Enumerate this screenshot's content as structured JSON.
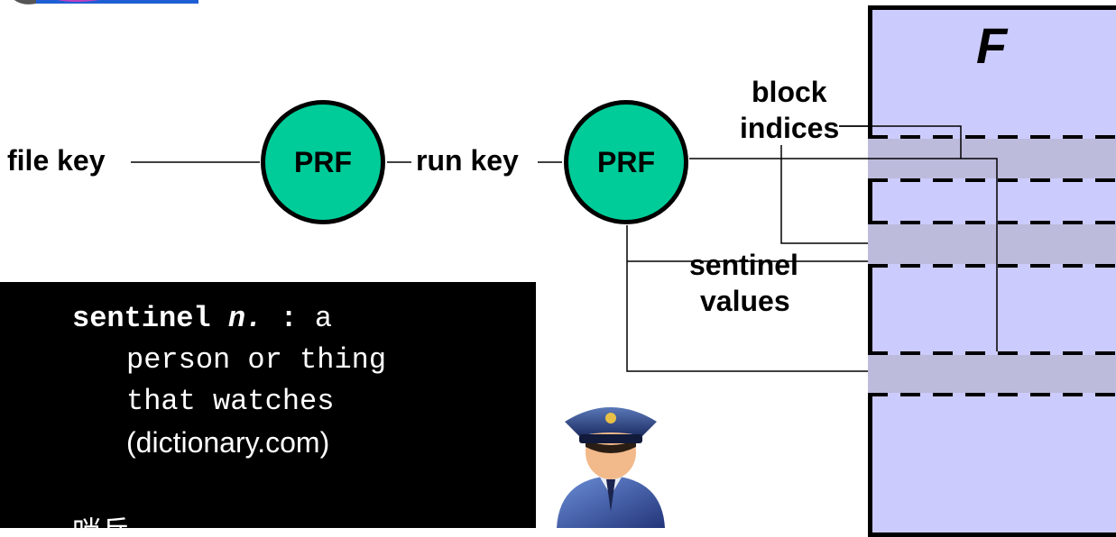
{
  "labels": {
    "file_key": "file key",
    "run_key": "run key",
    "prf1": "PRF",
    "prf2": "PRF",
    "block_line1": "block",
    "block_line2": "indices",
    "sentinel_line1": "sentinel",
    "sentinel_line2": "values",
    "file_letter": "F"
  },
  "definition": {
    "term": "sentinel",
    "pos": "n.",
    "sep": ":",
    "first_word": "a",
    "line2": "person or thing",
    "line3": "that watches",
    "source": "(dictionary.com)",
    "partial_line": "哨兵"
  },
  "colors": {
    "prf_fill": "#00cc99",
    "file_fill": "#cccbfd",
    "band_fill": "#bcbbdc",
    "definition_bg": "#000000"
  },
  "icons": {
    "guard": "security-guard-icon",
    "logo": "logo-fragment"
  }
}
